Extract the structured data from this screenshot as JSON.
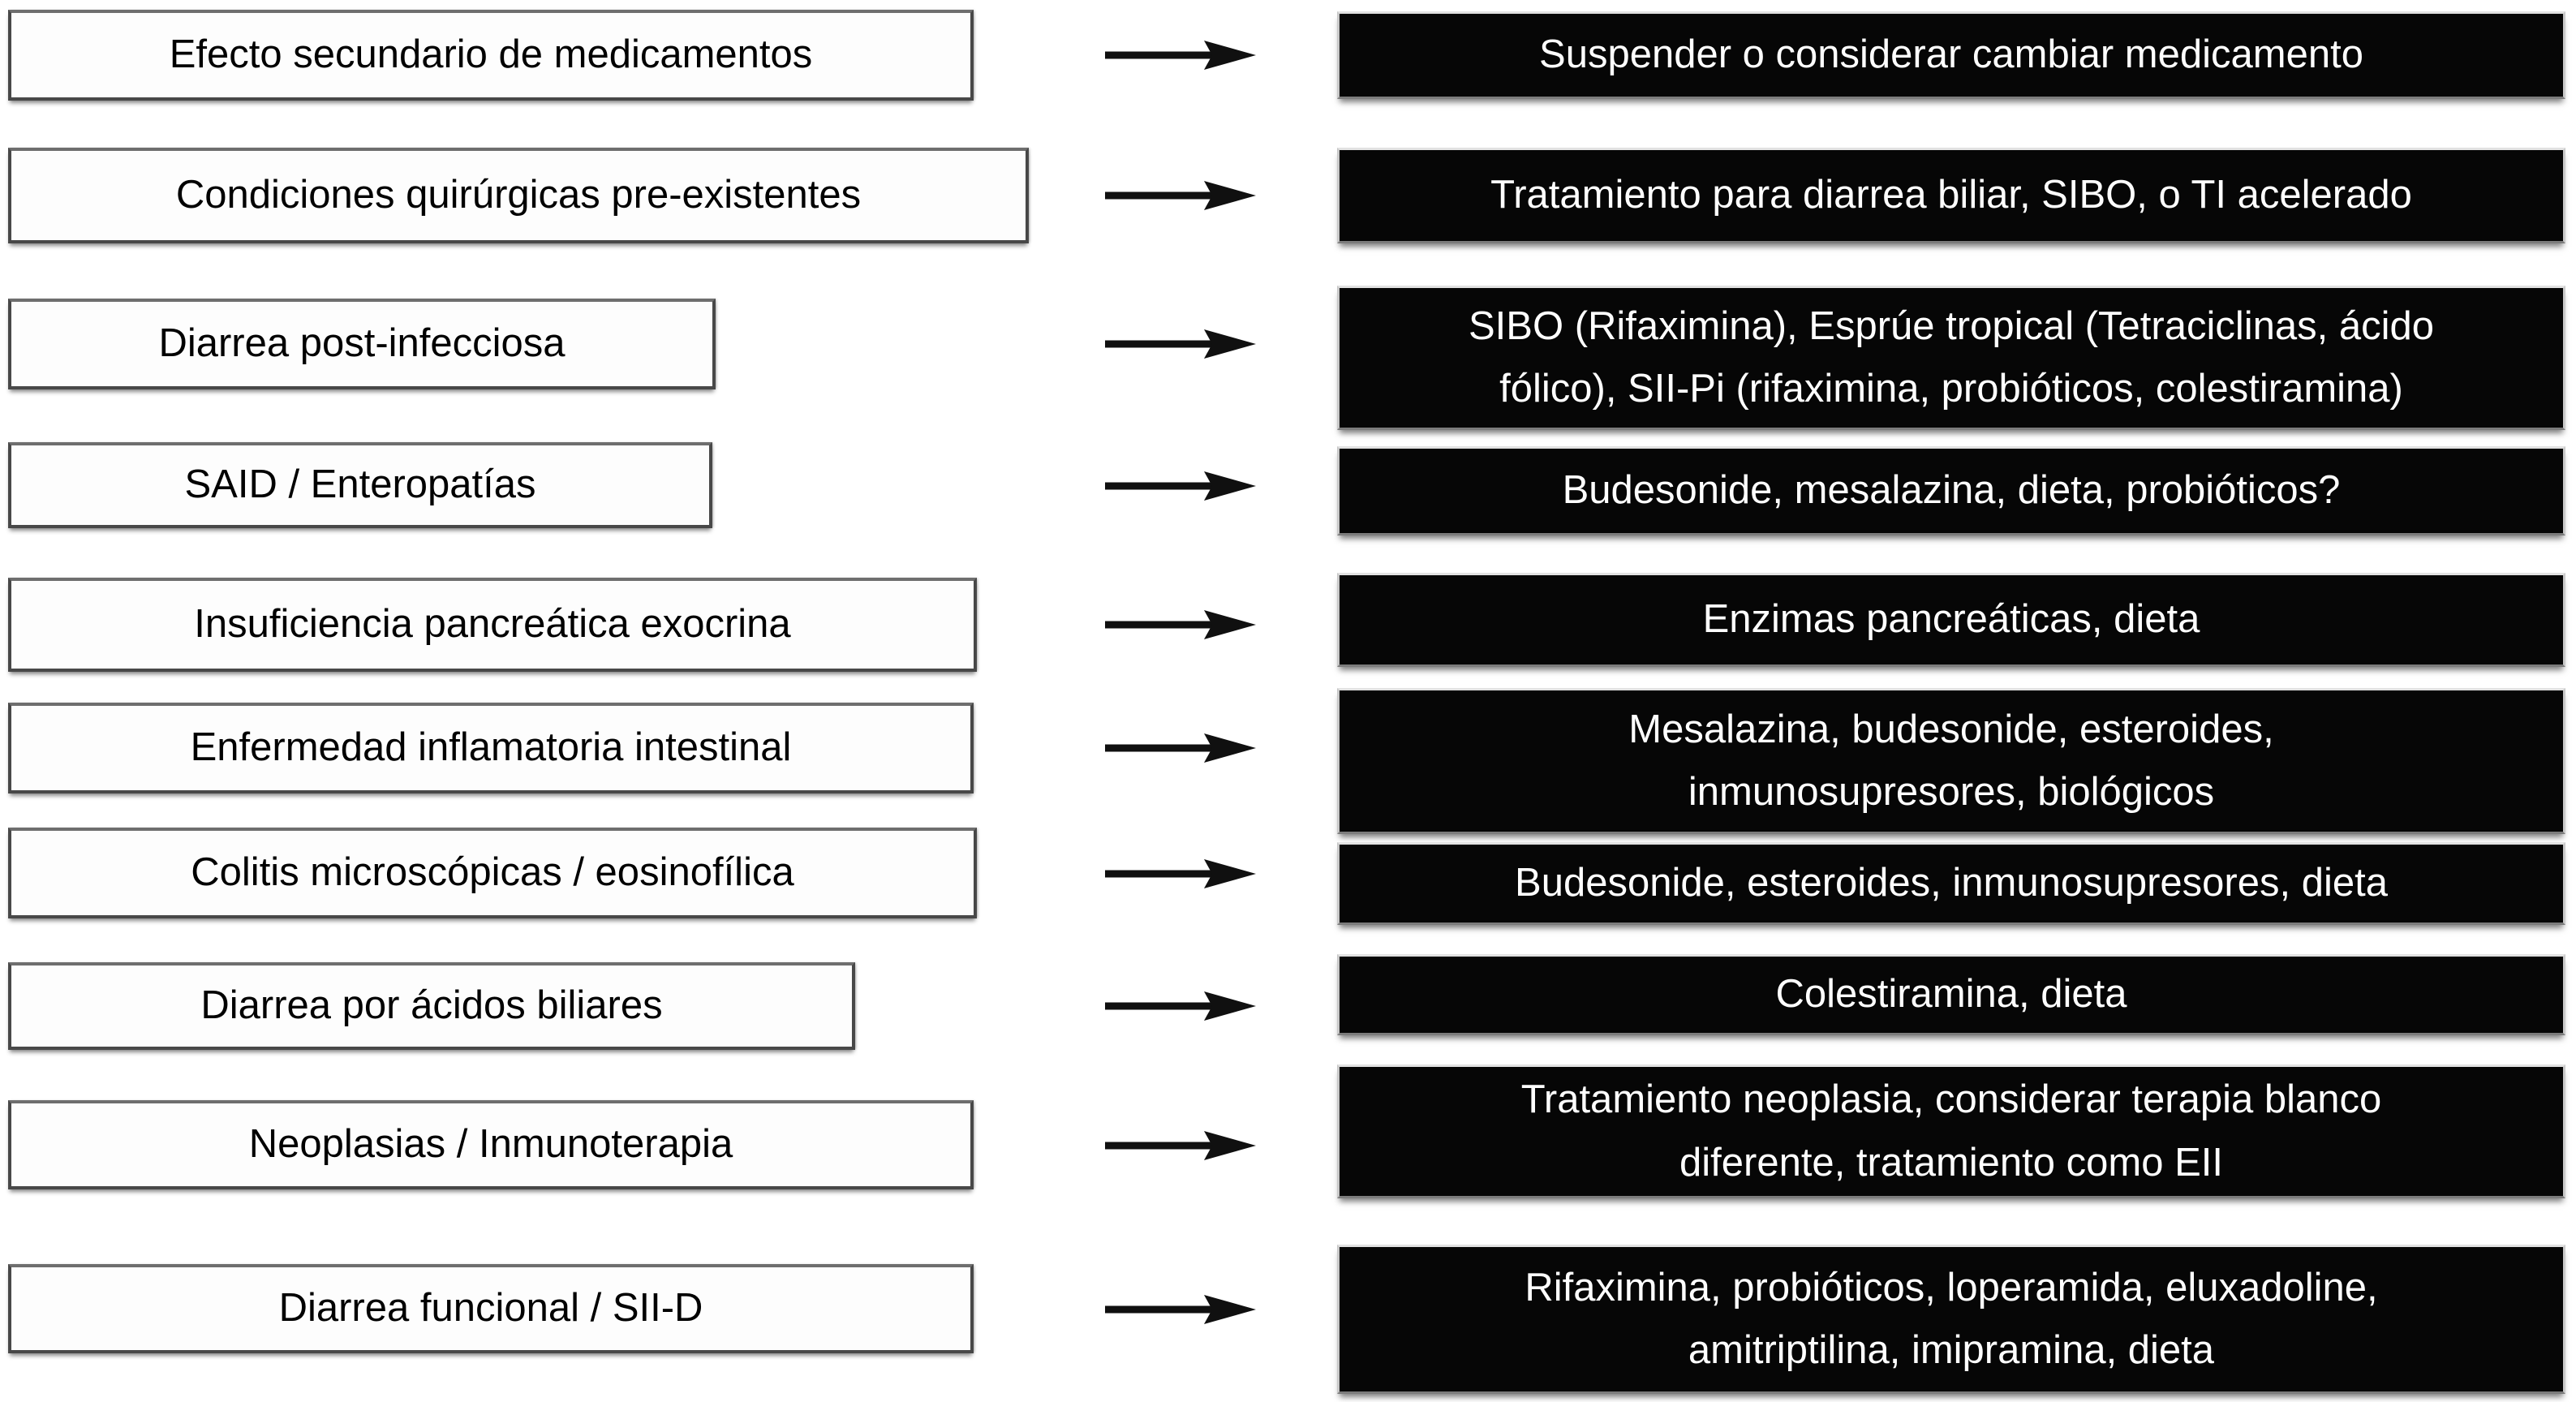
{
  "diagram": {
    "description": "Flowchart mapping diarrhea etiologies (left, white boxes) to treatments (right, black boxes)",
    "colors": {
      "background": "#ffffff",
      "condition_box_bg": "#fdfdfd",
      "condition_box_border": "#484848",
      "condition_text": "#000000",
      "treatment_box_bg": "#060606",
      "treatment_text": "#ffffff",
      "arrow": "#101010"
    },
    "rows": [
      {
        "condition": "Efecto secundario de medicamentos",
        "treatment": "Suspender o considerar cambiar medicamento"
      },
      {
        "condition": "Condiciones quirúrgicas pre-existentes",
        "treatment": "Tratamiento para diarrea biliar, SIBO, o TI acelerado"
      },
      {
        "condition": "Diarrea post-infecciosa",
        "treatment": "SIBO (Rifaximina), Esprúe tropical (Tetraciclinas, ácido\nfólico), SII-Pi (rifaximina, probióticos, colestiramina)"
      },
      {
        "condition": "SAID / Enteropatías",
        "treatment": "Budesonide, mesalazina, dieta, probióticos?"
      },
      {
        "condition": "Insuficiencia pancreática exocrina",
        "treatment": "Enzimas pancreáticas, dieta"
      },
      {
        "condition": "Enfermedad inflamatoria intestinal",
        "treatment": "Mesalazina, budesonide, esteroides,\ninmunosupresores, biológicos"
      },
      {
        "condition": "Colitis microscópicas / eosinofílica",
        "treatment": "Budesonide, esteroides, inmunosupresores, dieta"
      },
      {
        "condition": "Diarrea por ácidos biliares",
        "treatment": "Colestiramina, dieta"
      },
      {
        "condition": "Neoplasias / Inmunoterapia",
        "treatment": "Tratamiento neoplasia, considerar terapia blanco\ndiferente, tratamiento como EII"
      },
      {
        "condition": "Diarrea funcional / SII-D",
        "treatment": "Rifaximina, probióticos, loperamida, eluxadoline,\namitriptilina, imipramina, dieta"
      }
    ]
  }
}
